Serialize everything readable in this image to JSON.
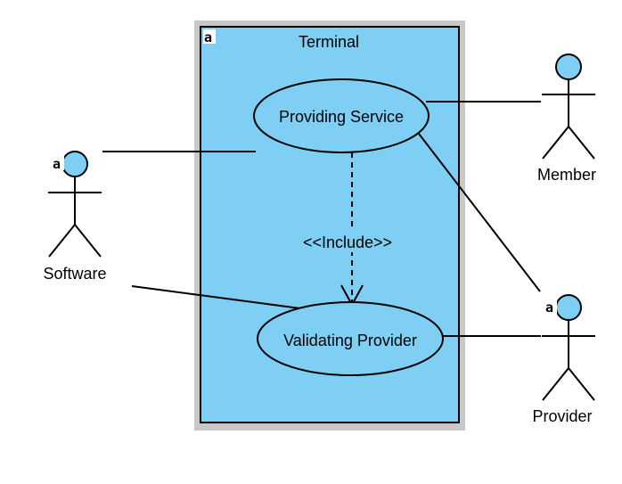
{
  "diagram": {
    "type": "use-case",
    "system": {
      "name": "Terminal",
      "badge": "a"
    },
    "use_cases": [
      {
        "id": "uc1",
        "label": "Providing Service"
      },
      {
        "id": "uc2",
        "label": "Validating Provider"
      }
    ],
    "actors": [
      {
        "id": "software",
        "label": "Software",
        "badge": "a"
      },
      {
        "id": "member",
        "label": "Member"
      },
      {
        "id": "provider",
        "label": "Provider",
        "badge": "a"
      }
    ],
    "relations": [
      {
        "from": "software",
        "to": "uc1",
        "kind": "association"
      },
      {
        "from": "software",
        "to": "uc2",
        "kind": "association"
      },
      {
        "from": "member",
        "to": "uc1",
        "kind": "association"
      },
      {
        "from": "provider",
        "to": "uc1",
        "kind": "association"
      },
      {
        "from": "provider",
        "to": "uc2",
        "kind": "association"
      },
      {
        "from": "uc1",
        "to": "uc2",
        "kind": "include",
        "label": "<<Include>>"
      }
    ],
    "colors": {
      "system_fill": "#7fcff5",
      "system_shadow": "#c8c8c8",
      "usecase_fill": "#7fcff5",
      "actor_head_fill": "#7fcff5",
      "stroke": "#000000"
    }
  }
}
